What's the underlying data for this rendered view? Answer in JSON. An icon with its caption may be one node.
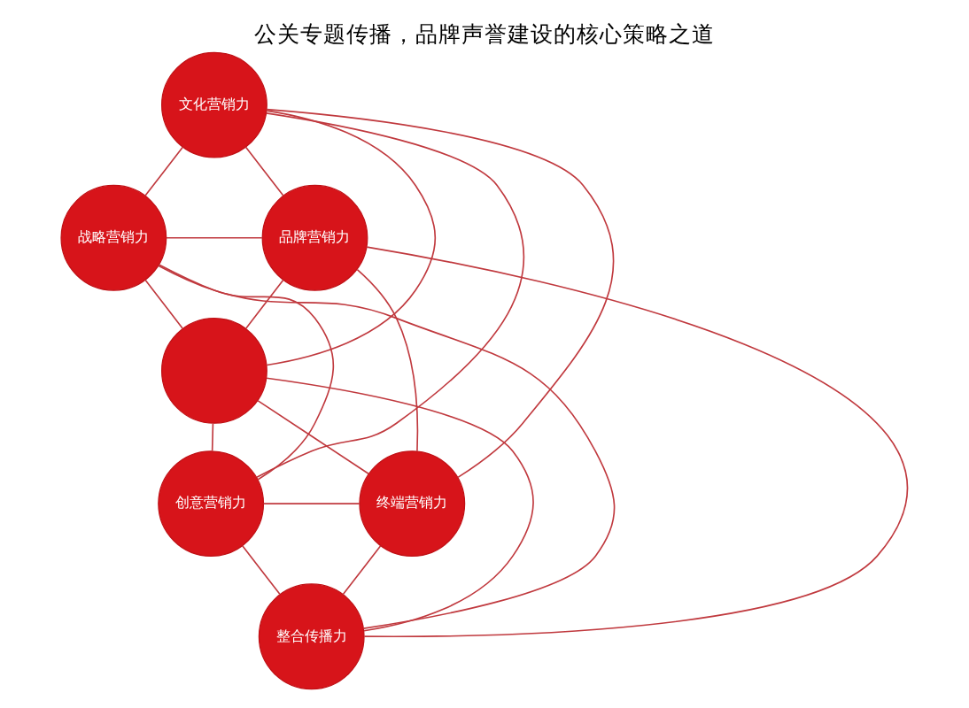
{
  "diagram": {
    "title": "公关专题传播，品牌声誉建设的核心策略之道",
    "nodes": [
      {
        "text": [
          "文化营销力"
        ]
      },
      {
        "text": [
          "战略营销力"
        ]
      },
      {
        "text": [
          "品牌营销力"
        ]
      },
      {
        "text": [],
        "shape": "circle"
      },
      {
        "text": [
          "创意营销力"
        ]
      },
      {
        "text": [
          "终端营销力"
        ]
      },
      {
        "text": [
          "整合传播力"
        ]
      }
    ],
    "edges": [
      {
        "from": 0,
        "to": 1,
        "arrow": "none"
      },
      {
        "from": 0,
        "to": 2,
        "arrow": "none"
      },
      {
        "from": 1,
        "to": 2,
        "arrow": "none"
      },
      {
        "from": 0,
        "to": 3,
        "arrow": "none"
      },
      {
        "from": 0,
        "to": 4,
        "arrow": "none"
      },
      {
        "from": 0,
        "to": 5,
        "arrow": "none"
      },
      {
        "from": 1,
        "to": 3,
        "arrow": "none"
      },
      {
        "from": 2,
        "to": 3,
        "arrow": "none"
      },
      {
        "from": 1,
        "to": 4,
        "arrow": "none"
      },
      {
        "from": 2,
        "to": 5,
        "arrow": "none"
      },
      {
        "from": 1,
        "to": 6,
        "arrow": "none"
      },
      {
        "from": 2,
        "to": 6,
        "arrow": "none"
      },
      {
        "from": 3,
        "to": 4,
        "arrow": "none"
      },
      {
        "from": 3,
        "to": 5,
        "arrow": "none"
      },
      {
        "from": 4,
        "to": 5,
        "arrow": "none"
      },
      {
        "from": 3,
        "to": 6,
        "arrow": "none"
      },
      {
        "from": 4,
        "to": 6,
        "arrow": "none"
      },
      {
        "from": 5,
        "to": 6,
        "arrow": "none"
      }
    ]
  }
}
